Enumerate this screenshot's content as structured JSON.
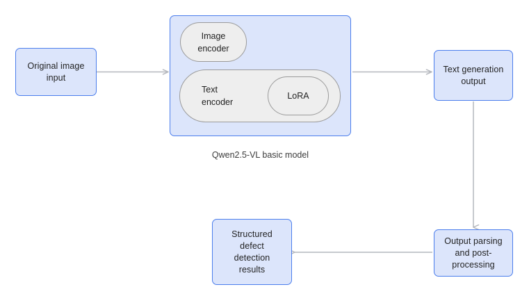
{
  "diagram": {
    "caption": "Qwen2.5-VL basic model",
    "colors": {
      "box_fill": "#dce5fb",
      "box_border": "#4a7dec",
      "inner_fill": "#eeeeee",
      "inner_border": "#9a9a9a",
      "edge": "#b4b7bd",
      "text": "#1f1f1f",
      "background": "#ffffff"
    },
    "nodes": {
      "original_image_input": "Original image\ninput",
      "image_encoder": "Image\nencoder",
      "text_encoder": "Text\nencoder",
      "lora": "LoRA",
      "text_generation_output": "Text generation\noutput",
      "output_parsing": "Output parsing\nand post-\nprocessing",
      "structured_results": "Structured\ndefect\ndetection\nresults"
    },
    "edges": [
      {
        "from": "original_image_input",
        "to": "qwen_model",
        "direction": "right"
      },
      {
        "from": "qwen_model",
        "to": "text_generation_output",
        "direction": "right"
      },
      {
        "from": "text_generation_output",
        "to": "output_parsing",
        "direction": "down"
      },
      {
        "from": "output_parsing",
        "to": "structured_results",
        "direction": "left"
      }
    ]
  }
}
